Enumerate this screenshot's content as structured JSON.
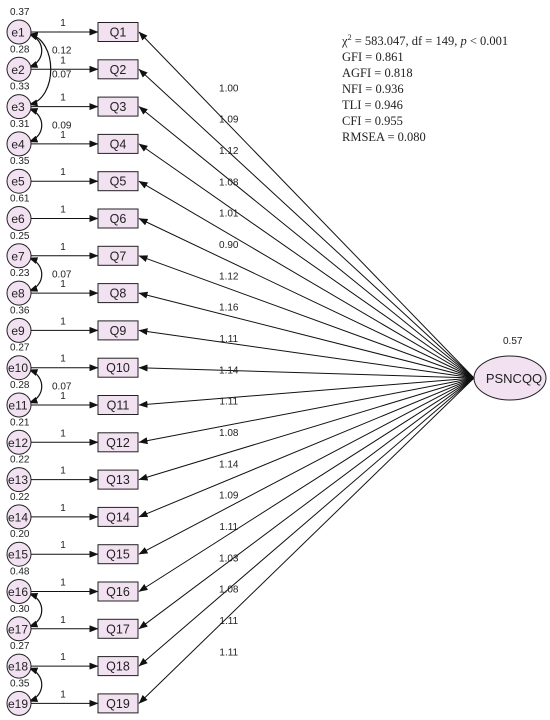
{
  "colors": {
    "fill": "#f1e1f1",
    "stroke": "#222222",
    "arrow": "#111111"
  },
  "fit": {
    "chi_symbol": "χ",
    "chi_sup": "2",
    "chi_rest": " = 583.047, df = 149, ",
    "p_symbol": "p",
    "p_rest": " < 0.001",
    "gfi": "GFI = 0.861",
    "agfi": "AGFI = 0.818",
    "nfi": "NFI = 0.936",
    "tli": "TLI = 0.946",
    "cfi": "CFI = 0.955",
    "rmsea": "RMSEA = 0.080"
  },
  "latent": {
    "label": "PSNCQQ",
    "variance": "0.57"
  },
  "items": [
    {
      "q": "Q1",
      "e": "e1",
      "variance": "0.37",
      "error_weight": "1",
      "loading": "1.00"
    },
    {
      "q": "Q2",
      "e": "e2",
      "variance": "0.28",
      "error_weight": "1",
      "loading": "1.09"
    },
    {
      "q": "Q3",
      "e": "e3",
      "variance": "0.33",
      "error_weight": "1",
      "loading": "1.12"
    },
    {
      "q": "Q4",
      "e": "e4",
      "variance": "0.31",
      "error_weight": "1",
      "loading": "1.08"
    },
    {
      "q": "Q5",
      "e": "e5",
      "variance": "0.35",
      "error_weight": "1",
      "loading": "1.01"
    },
    {
      "q": "Q6",
      "e": "e6",
      "variance": "0.61",
      "error_weight": "1",
      "loading": "0.90"
    },
    {
      "q": "Q7",
      "e": "e7",
      "variance": "0.25",
      "error_weight": "1",
      "loading": "1.12"
    },
    {
      "q": "Q8",
      "e": "e8",
      "variance": "0.23",
      "error_weight": "1",
      "loading": "1.16"
    },
    {
      "q": "Q9",
      "e": "e9",
      "variance": "0.36",
      "error_weight": "1",
      "loading": "1.11"
    },
    {
      "q": "Q10",
      "e": "e10",
      "variance": "0.27",
      "error_weight": "1",
      "loading": "1.14"
    },
    {
      "q": "Q11",
      "e": "e11",
      "variance": "0.28",
      "error_weight": "1",
      "loading": "1.11"
    },
    {
      "q": "Q12",
      "e": "e12",
      "variance": "0.21",
      "error_weight": "1",
      "loading": "1.08"
    },
    {
      "q": "Q13",
      "e": "e13",
      "variance": "0.22",
      "error_weight": "1",
      "loading": "1.14"
    },
    {
      "q": "Q14",
      "e": "e14",
      "variance": "0.22",
      "error_weight": "1",
      "loading": "1.09"
    },
    {
      "q": "Q15",
      "e": "e15",
      "variance": "0.20",
      "error_weight": "1",
      "loading": "1.11"
    },
    {
      "q": "Q16",
      "e": "e16",
      "variance": "0.48",
      "error_weight": "1",
      "loading": "1.03"
    },
    {
      "q": "Q17",
      "e": "e17",
      "variance": "0.30",
      "error_weight": "1",
      "loading": "1.08"
    },
    {
      "q": "Q18",
      "e": "e18",
      "variance": "0.27",
      "error_weight": "1",
      "loading": "1.11"
    },
    {
      "q": "Q19",
      "e": "e19",
      "variance": "0.35",
      "error_weight": "1",
      "loading": "1.11"
    }
  ],
  "covariances": [
    {
      "from": 0,
      "to": 1,
      "value": "0.12"
    },
    {
      "from": 0,
      "to": 2,
      "value": "0.07"
    },
    {
      "from": 2,
      "to": 3,
      "value": "0.09"
    },
    {
      "from": 6,
      "to": 7,
      "value": "0.07"
    },
    {
      "from": 9,
      "to": 10,
      "value": "0.07"
    },
    {
      "from": 15,
      "to": 16,
      "value": ""
    },
    {
      "from": 17,
      "to": 18,
      "value": ""
    }
  ]
}
